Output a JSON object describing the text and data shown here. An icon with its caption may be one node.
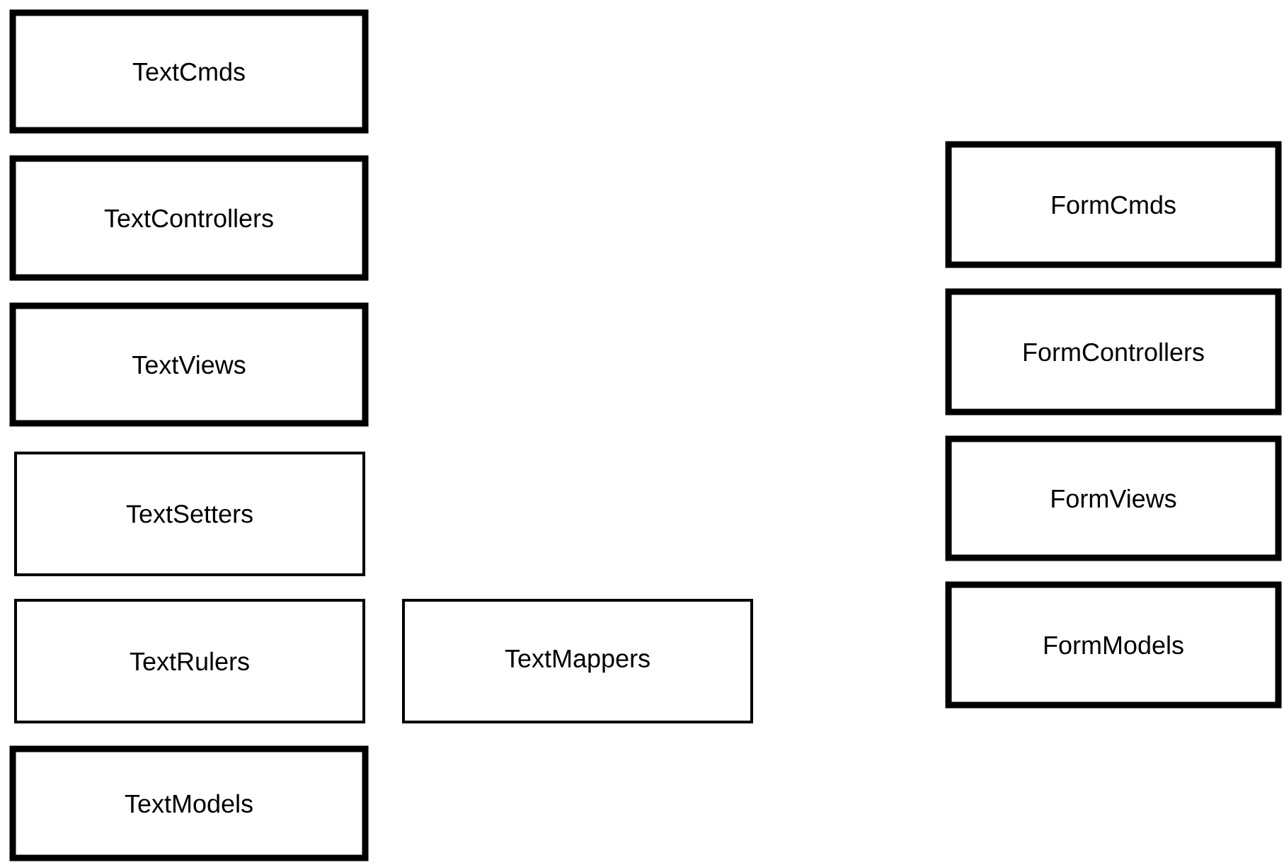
{
  "diagram": {
    "nodes": [
      {
        "text": [
          "TextCmds"
        ]
      },
      {
        "text": [
          "TextControllers"
        ]
      },
      {
        "text": [
          "TextViews"
        ]
      },
      {
        "text": [
          "TextSetters"
        ]
      },
      {
        "text": [
          "TextRulers"
        ]
      },
      {
        "text": [
          "TextMappers"
        ]
      },
      {
        "text": [
          "TextModels"
        ]
      },
      {
        "text": [
          "FormCmds"
        ]
      },
      {
        "text": [
          "FormControllers"
        ]
      },
      {
        "text": [
          "FormViews"
        ]
      },
      {
        "text": [
          "FormModels"
        ]
      }
    ]
  }
}
